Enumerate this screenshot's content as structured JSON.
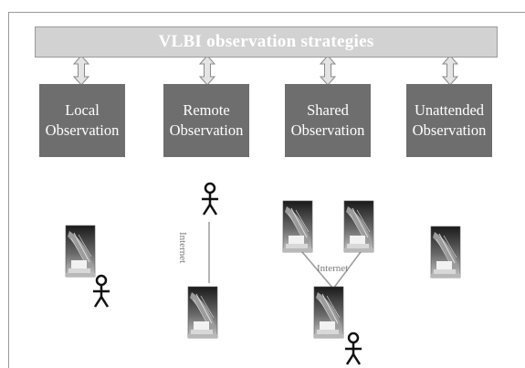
{
  "title": "VLBI observation strategies",
  "categories": [
    {
      "line1": "Local",
      "line2": "Observation"
    },
    {
      "line1": "Remote",
      "line2": "Observation"
    },
    {
      "line1": "Shared",
      "line2": "Observation"
    },
    {
      "line1": "Unattended",
      "line2": "Observation"
    }
  ],
  "links": {
    "remote": "Internet",
    "shared": "Internet"
  },
  "colors": {
    "banner": "#d2d2d2",
    "category_box": "#6e6e6e",
    "connector": "#9a9a9a",
    "arrow_fill": "#e4e4e4"
  },
  "icons": [
    "double-arrow-icon",
    "radio-telescope-icon",
    "stick-figure-icon"
  ]
}
